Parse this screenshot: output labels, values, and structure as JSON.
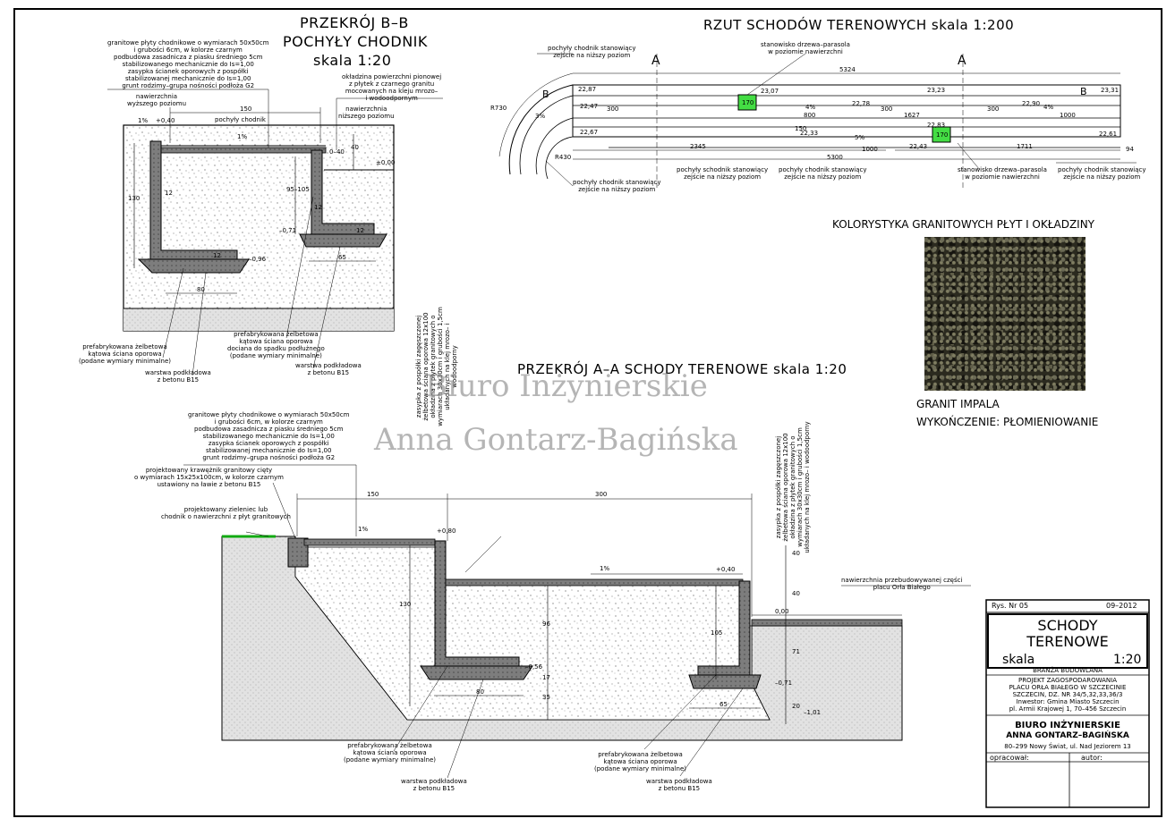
{
  "watermark": {
    "line1": "Biuro Inżynierskie",
    "line2": "Anna Gontarz-Bagińska"
  },
  "section_bb": {
    "title1": "PRZEKRÓJ B–B",
    "title2": "POCHYŁY CHODNIK",
    "scale": "skala 1:20",
    "top_note": [
      "granitowe płyty chodnikowe o wymiarach 50x50cm",
      "i grubości 6cm, w kolorze czarnym",
      "podbudowa zasadnicza z piasku średniego 5cm",
      "stabilizowanego mechanicznie do Is=1,00",
      "zasypka ścianek oporowych z pospółki",
      "stabilizowanej mechanicznie do Is=1,00",
      "grunt rodzimy–grupa nośności podłoża G2"
    ],
    "right_note": [
      "okładzina powierzchni pionowej",
      "z płytek z czarnego granitu",
      "mocowanych na kleju mrozo–",
      "i wodoodpornym"
    ],
    "upper_level": [
      "nawierzchnia",
      "wyższego poziomu"
    ],
    "lower_level": [
      "nawierzchnia",
      "niższego poziomu"
    ],
    "dim_150": "150",
    "slope_walk": "pochyły chodnik",
    "slope_1": "1%",
    "slope_2": "1%",
    "level_040": "+0,40",
    "level_000": "±0,00",
    "level_071": "–0,71",
    "level_096": "–0,96",
    "dim_080": "0–40",
    "dim_40": "40",
    "dim_130": "130",
    "dim_95_105": "95–105",
    "dim_80": "80",
    "dim_65": "65",
    "dim_12a": "12",
    "dim_12b": "12",
    "dim_12c": "12",
    "dim_12d": "12",
    "note_wall": [
      "prefabrykowana żelbetowa",
      "kątowa ściana oporowa",
      "dociana do spadku podłużnego",
      "(podane wymiary minimalne)"
    ],
    "note_left": [
      "prefabrykowana żelbetowa",
      "kątowa ściana oporowa",
      "(podane wymiary minimalne)"
    ],
    "note_base1": [
      "warstwa podkładowa",
      "z betonu B15"
    ],
    "note_base2": [
      "warstwa podkładowa",
      "z betonu B15"
    ]
  },
  "plan": {
    "title": "RZUT SCHODÓW TERENOWYCH   skala 1:200",
    "note_tl": [
      "pochyły chodnik stanowiący",
      "zejście na niższy poziom"
    ],
    "note_tree_top": [
      "stanowisko drzewa–parasola",
      "w poziomie nawierzchni"
    ],
    "note_bottom1": [
      "pochyły schodnik stanowiący",
      "zejście na niższy poziom"
    ],
    "note_bottom2": [
      "pochyły chodnik stanowiący",
      "zejście na niższy poziom"
    ],
    "note_tree_bottom": [
      "stanowisko drzewa–parasola",
      "w poziomie nawierzchni"
    ],
    "note_right": [
      "pochyły chodnik stanowiący",
      "zejście na niższy poziom"
    ],
    "note_left_bottom": [
      "pochyły chodnik stanowiący",
      "zejście na niższy poziom"
    ],
    "dims": {
      "d5324": "5324",
      "d5300": "5300",
      "d2345": "2345",
      "d1711": "1711",
      "d1000a": "1000",
      "d1000b": "1000",
      "d1627": "1627",
      "d800": "800",
      "d170a": "170",
      "d170b": "170",
      "d300a": "300",
      "d300b": "300",
      "d300c": "300",
      "d150": "150",
      "d94": "94"
    },
    "radii": {
      "r730": "R730",
      "r430": "R430"
    },
    "levels": [
      "22,87",
      "23,07",
      "23,23",
      "23,31",
      "22,47",
      "22,78",
      "22,90",
      "22,33",
      "22,43",
      "22,83",
      "22,61",
      "22,67"
    ],
    "section_mark_a": "A",
    "section_mark_b": "B",
    "slope_4": "4%",
    "slope_5": "5%",
    "slope_3": "3%"
  },
  "colors_panel": {
    "title": "KOLORYSTYKA GRANITOWYCH PŁYT I OKŁADZINY",
    "stone": "GRANIT IMPALA",
    "finish": "WYKOŃCZENIE: PŁOMIENIOWANIE"
  },
  "section_aa": {
    "title": "PRZEKRÓJ A–A  SCHODY TERENOWE  skala 1:20",
    "top_note": [
      "granitowe płyty chodnikowe o wymiarach 50x50cm",
      "i grubości 6cm, w kolorze czarnym",
      "podbudowa zasadnicza z piasku średniego 5cm",
      "stabilizowanego mechanicznie do Is=1,00",
      "zasypka ścianek oporowych z pospółki",
      "stabilizowanej mechanicznie do Is=1,00",
      "grunt rodzimy–grupa nośności podłoża G2"
    ],
    "curb_note": [
      "projektowany krawężnik granitowy cięty",
      "o wymiarach 15x25x100cm, w kolorze czarnym",
      "ustawiony na ławie z betonu B15"
    ],
    "green_note": [
      "projektowany zieleniec lub",
      "chodnik o nawierzchni z płyt granitowych"
    ],
    "vert_note1": "zasypka z pospółki zagęszczonej żelbetowa ściana oporowa 12x100 okładzina z płytek granitowych o wymiarach 30x30cm i grubości 1,5cm układanych na klej mrozo– i wodoodporny",
    "vert_note2": "zasypka z pospółki zagęszczonej żelbetowa ściana oporowa 12x100 okładzina z płytek granitowych o wymiarach 30x30cm i grubości 1,5cm układanych na klej mrozo– i wodoodporny",
    "right_note": [
      "nawierzchnia przebudowywanej części",
      "placu Orła Białego"
    ],
    "dim_150": "150",
    "dim_300": "300",
    "slope_1a": "1%",
    "slope_1b": "1%",
    "level_080": "+0,80",
    "level_040": "+0,40",
    "level_000": "0,00",
    "level_056": "–0,56",
    "level_071": "–0,71",
    "level_101": "–1,01",
    "dim_40a": "40",
    "dim_40b": "40",
    "dim_71": "71",
    "dim_20": "20",
    "dim_130": "130",
    "dim_96": "96",
    "dim_105": "105",
    "dim_35": "35",
    "dim_17": "17",
    "dim_80": "80",
    "dim_65": "65",
    "note_wall1": [
      "prefabrykowana żelbetowa",
      "kątowa ściana oporowa",
      "(podane wymiary minimalne)"
    ],
    "note_base1": [
      "warstwa podkładowa",
      "z betonu B15"
    ],
    "note_wall2": [
      "prefabrykowana żelbetowa",
      "kątowa ściana oporowa",
      "(podane wymiary minimalne)"
    ],
    "note_base2": [
      "warstwa podkładowa",
      "z betonu B15"
    ]
  },
  "title_block": {
    "drawing_no": "Rys. Nr 05",
    "date": "09–2012",
    "name1": "SCHODY",
    "name2": "TERENOWE",
    "scale_label": "skala",
    "scale_value": "1:20",
    "branch": "BRANŻA BUDOWLANA",
    "project": [
      "PROJEKT ZAGOSPODAROWANIA",
      "PLACU ORŁA BIAŁEGO W SZCZECINIE",
      "SZCZECIN, DZ. NR 34/5,32,33,36/3",
      "Inwestor: Gmina Miasto Szczecin",
      "pl. Armii Krajowej 1, 70–456 Szczecin"
    ],
    "office1": "BIURO INŻYNIERSKIE",
    "office2": "ANNA GONTARZ–BAGIŃSKA",
    "address": "80–299 Nowy Świat, ul. Nad Jeziorem 13",
    "prepared": "opracował:",
    "author": "autor:"
  }
}
